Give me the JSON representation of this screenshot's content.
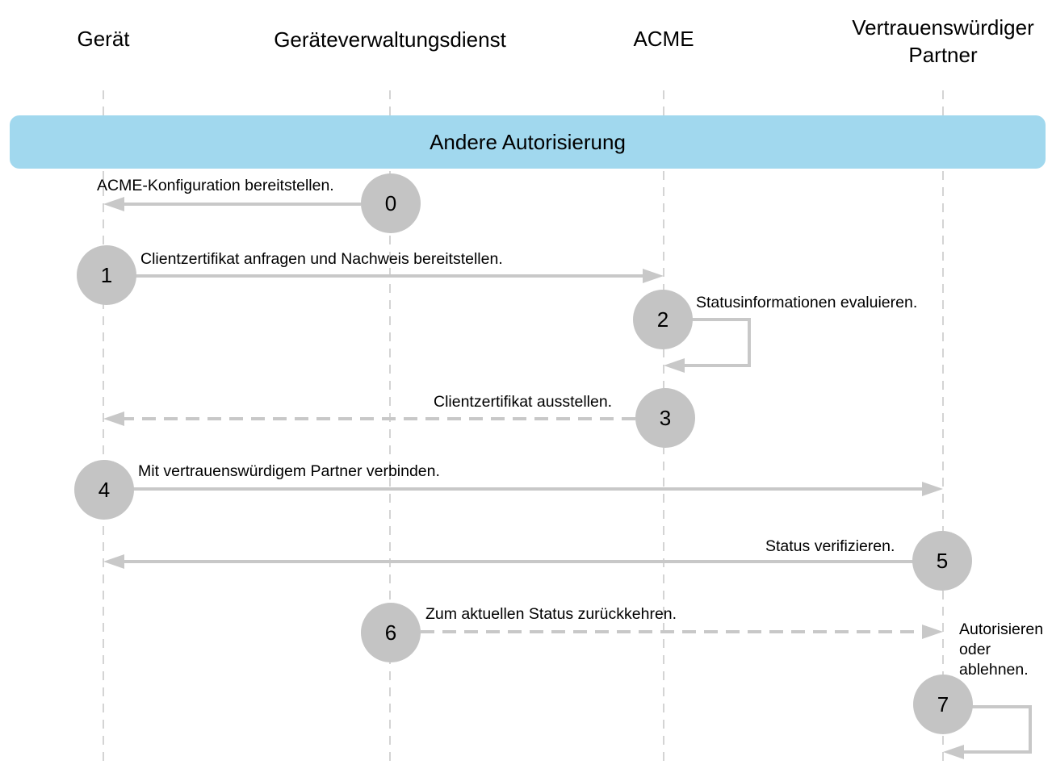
{
  "diagram": {
    "actors": [
      {
        "id": "geraet",
        "name": "Gerät"
      },
      {
        "id": "mdm",
        "name": "Geräteverwaltungsdienst"
      },
      {
        "id": "acme",
        "name": "ACME"
      },
      {
        "id": "partner",
        "name": "Vertrauenswürdiger\nPartner"
      }
    ],
    "banner": "Andere Autorisierung",
    "steps": [
      {
        "number": "0",
        "label": "ACME-Konfiguration bereitstellen.",
        "from": "mdm",
        "to": "geraet",
        "style": "solid"
      },
      {
        "number": "1",
        "label": "Clientzertifikat anfragen und Nachweis bereitstellen.",
        "from": "geraet",
        "to": "acme",
        "style": "solid"
      },
      {
        "number": "2",
        "label": "Statusinformationen evaluieren.",
        "from": "acme",
        "to": "acme",
        "style": "self"
      },
      {
        "number": "3",
        "label": "Clientzertifikat ausstellen.",
        "from": "acme",
        "to": "geraet",
        "style": "dashed"
      },
      {
        "number": "4",
        "label": "Mit vertrauenswürdigem Partner verbinden.",
        "from": "geraet",
        "to": "partner",
        "style": "solid"
      },
      {
        "number": "5",
        "label": "Status verifizieren.",
        "from": "partner",
        "to": "geraet",
        "style": "solid"
      },
      {
        "number": "6",
        "label": "Zum aktuellen Status zurückkehren.",
        "from": "mdm",
        "to": "partner",
        "style": "dashed"
      },
      {
        "number": "7",
        "label": "Autorisieren\noder\nablehnen.",
        "from": "partner",
        "to": "partner",
        "style": "self"
      }
    ],
    "colors": {
      "banner": "#a1d8ee",
      "circle": "#c4c4c4",
      "arrow": "#c8c8c8",
      "lifeline": "#bdbdbd"
    }
  }
}
